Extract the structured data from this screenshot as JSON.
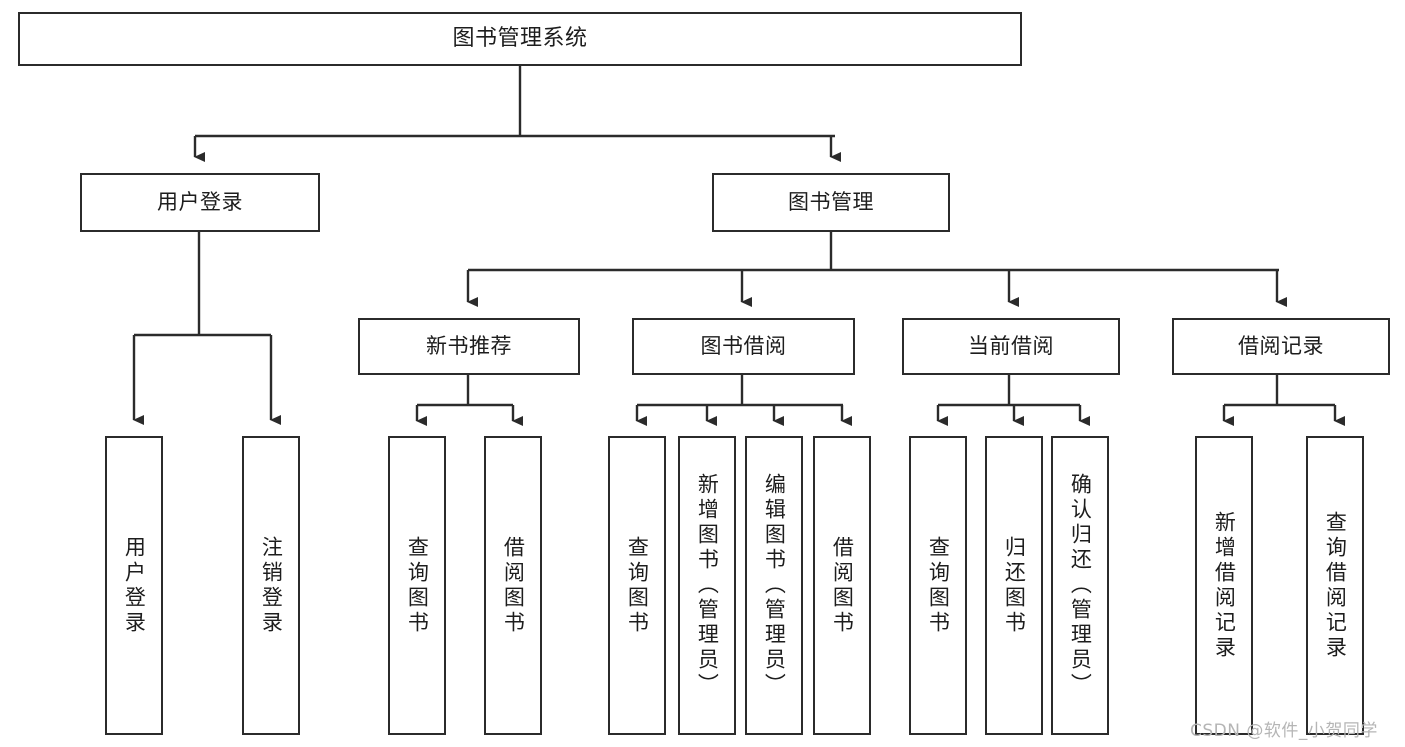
{
  "diagram": {
    "title": "图书管理系统",
    "type": "功能结构图",
    "style": {
      "box_border_color": "#2b2b2b",
      "box_fill_color": "#ffffff",
      "connector_color": "#2b2b2b",
      "text_color": "#1d1d1d",
      "background": "#ffffff",
      "watermark_color": "#b5b5b5"
    },
    "watermark": "CSDN @软件_小贺同学",
    "nodes": {
      "root": {
        "label": "图书管理系统"
      },
      "level2": [
        {
          "id": "user-login",
          "label": "用户登录"
        },
        {
          "id": "book-management",
          "label": "图书管理"
        }
      ],
      "level3": [
        {
          "id": "new-book-recommend",
          "label": "新书推荐"
        },
        {
          "id": "book-borrow",
          "label": "图书借阅"
        },
        {
          "id": "current-borrow",
          "label": "当前借阅"
        },
        {
          "id": "borrow-record",
          "label": "借阅记录"
        }
      ],
      "leaves": {
        "user_login": [
          {
            "id": "leaf-user-login",
            "label": "用户登录"
          },
          {
            "id": "leaf-logout-login",
            "label": "注销登录"
          }
        ],
        "new_book_recommend": [
          {
            "id": "leaf-query-book-1",
            "label": "查询图书"
          },
          {
            "id": "leaf-borrow-book-1",
            "label": "借阅图书"
          }
        ],
        "book_borrow": [
          {
            "id": "leaf-query-book-2",
            "label": "查询图书"
          },
          {
            "id": "leaf-add-book",
            "label": "新增图书（管理员）"
          },
          {
            "id": "leaf-edit-book",
            "label": "编辑图书（管理员）"
          },
          {
            "id": "leaf-borrow-book-2",
            "label": "借阅图书"
          }
        ],
        "current_borrow": [
          {
            "id": "leaf-query-book-3",
            "label": "查询图书"
          },
          {
            "id": "leaf-return-book",
            "label": "归还图书"
          },
          {
            "id": "leaf-confirm-return",
            "label": "确认归还（管理员）"
          }
        ],
        "borrow_record": [
          {
            "id": "leaf-add-borrow-record",
            "label": "新增借阅记录"
          },
          {
            "id": "leaf-query-borrow-record",
            "label": "查询借阅记录"
          }
        ]
      }
    }
  }
}
